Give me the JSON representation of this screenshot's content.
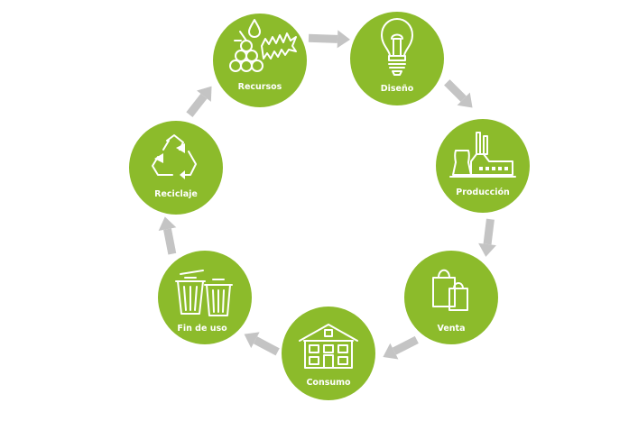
{
  "colors": {
    "node": "#8cbb2b",
    "arrow": "#c4c4c4",
    "icon": "#ffffff"
  },
  "stages": [
    {
      "id": "recursos",
      "label": "Recursos",
      "icon": "resources-icon"
    },
    {
      "id": "diseno",
      "label": "Diseño",
      "icon": "lightbulb-icon"
    },
    {
      "id": "produccion",
      "label": "Producción",
      "icon": "factory-icon"
    },
    {
      "id": "venta",
      "label": "Venta",
      "icon": "shopping-bags-icon"
    },
    {
      "id": "consumo",
      "label": "Consumo",
      "icon": "house-icon"
    },
    {
      "id": "fin_de_uso",
      "label": "Fin de uso",
      "icon": "trash-bins-icon"
    },
    {
      "id": "reciclaje",
      "label": "Reciclaje",
      "icon": "recycle-icon"
    }
  ]
}
